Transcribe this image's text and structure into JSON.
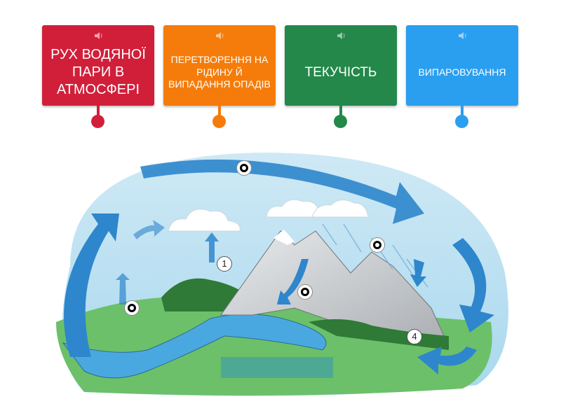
{
  "cards": [
    {
      "label": "Рух водяної пари в атмосфері",
      "color": "#d11f3a",
      "icon": "speaker-icon"
    },
    {
      "label": "Перетворення на рідину й випадання опадів",
      "color": "#f57c0a",
      "icon": "speaker-icon"
    },
    {
      "label": "Текучість",
      "color": "#23884a",
      "icon": "speaker-icon"
    },
    {
      "label": "Випаровування",
      "color": "#2a9ff0",
      "icon": "speaker-icon"
    }
  ],
  "diagram": {
    "numbers": [
      "1",
      "4"
    ]
  }
}
